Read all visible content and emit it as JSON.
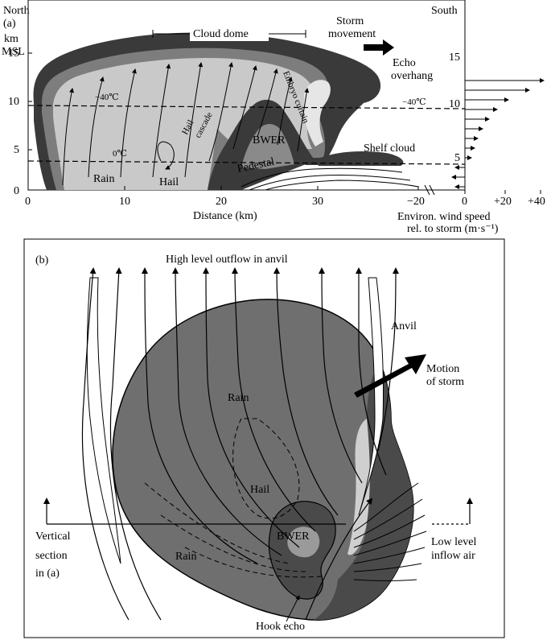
{
  "panel_a": {
    "label": "(a)",
    "north": "North",
    "south": "South",
    "y_unit_top": "km",
    "y_unit_bottom": "MSL",
    "y_ticks": [
      "0",
      "5",
      "10",
      "15"
    ],
    "x_ticks": [
      "0",
      "10",
      "20",
      "30",
      "−20"
    ],
    "x_axis_title": "Distance (km)",
    "wind_ticks_x": [
      "0",
      "+20",
      "+40"
    ],
    "wind_ticks_y": [
      "5",
      "10",
      "15"
    ],
    "wind_title_line1": "Environ. wind speed",
    "wind_title_line2": "rel. to storm (m·s⁻¹)",
    "cloud_dome": "Cloud dome",
    "storm_movement_1": "Storm",
    "storm_movement_2": "movement",
    "echo_overhang_1": "Echo",
    "echo_overhang_2": "overhang",
    "minus40_left": "−40℃",
    "minus40_right": "−40℃",
    "zero_c": "0℃",
    "embryo_curtain": "Embryo curtain",
    "hail_cascade_1": "Hail",
    "hail_cascade_2": "cascade",
    "bwer": "BWER",
    "shelf_cloud": "Shelf cloud",
    "pedestal": "Pedestal",
    "rain": "Rain",
    "hail": "Hail",
    "colors": {
      "dark": "#3a3a3a",
      "mid": "#7d7d7d",
      "light": "#c9c9c9",
      "pale": "#e6e6e6"
    }
  },
  "panel_b": {
    "label": "(b)",
    "high_level_outflow": "High level outflow in anvil",
    "anvil": "Anvil",
    "motion_1": "Motion",
    "motion_2": "of storm",
    "rain_upper": "Rain",
    "rain_lower": "Rain",
    "hail": "Hail",
    "bwer": "BWER",
    "vertical_1": "Vertical",
    "vertical_2": "section",
    "vertical_3": "in  (a)",
    "low_level_1": "Low level",
    "low_level_2": "inflow air",
    "hook_echo": "Hook echo",
    "colors": {
      "body": "#6f6f6f",
      "core": "#4a4a4a",
      "hook_light": "#cfcfcf"
    }
  }
}
